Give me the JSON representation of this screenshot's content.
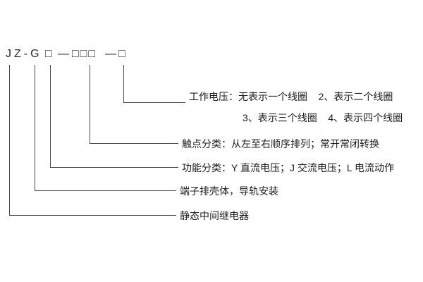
{
  "model_code": {
    "prefix": "JZ-G",
    "box_function": "□",
    "dash1": "—",
    "box_contacts": "□□□",
    "dash2": "—",
    "box_voltage": "□"
  },
  "labels": {
    "working_voltage_line1": "工作电压：无表示一个线圈    2、表示二个线圈",
    "working_voltage_line2": "3、表示三个线圈    4、表示四个线圈",
    "contact_class": "触点分类：从左至右顺序排列；常开常闭转换",
    "function_class": "功能分类：Y 直流电压；J 交流电压；L 电流动作",
    "housing": "端子排壳体，导轨安装",
    "relay_type": "静态中间继电器"
  },
  "colors": {
    "line": "#4a4a4a",
    "text": "#1d1d1d",
    "background": "#ffffff"
  }
}
